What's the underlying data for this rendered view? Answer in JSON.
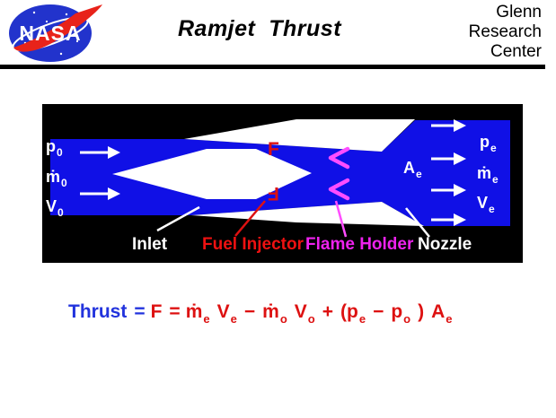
{
  "header": {
    "logo_text": "NASA",
    "title": "Ramjet  Thrust",
    "org_lines": [
      "Glenn",
      "Research",
      "Center"
    ]
  },
  "colors": {
    "flow_blue": "#1010e6",
    "logo_blue": "#2233cc",
    "swoosh_red": "#e8231a",
    "injector_red": "#dd1111",
    "flame_magenta": "#ff4dff",
    "diagram_background": "#000000",
    "wall_white": "#ffffff",
    "equation_blue": "#2233dd",
    "equation_red": "#dd1111"
  },
  "diagram": {
    "left_flow": [
      {
        "main": "p",
        "sub": "0"
      },
      {
        "main": "ṁ",
        "sub": "0"
      },
      {
        "main": "V",
        "sub": "0"
      }
    ],
    "right_flow": [
      {
        "main": "p",
        "sub": "e"
      },
      {
        "main": "ṁ",
        "sub": "e"
      },
      {
        "main": "V",
        "sub": "e"
      }
    ],
    "exit_area": {
      "main": "A",
      "sub": "e"
    },
    "injector_symbol": "F",
    "labels": {
      "inlet": "Inlet",
      "fuel_injector": "Fuel Injector",
      "flame_holder": "Flame Holder",
      "nozzle": "Nozzle"
    }
  },
  "equation": {
    "thrust_label": "Thrust",
    "lhs_equals": "=",
    "tokens": [
      {
        "t": "F"
      },
      {
        "t": "="
      },
      {
        "m": "ṁ",
        "s": "e"
      },
      {
        "m": "V",
        "s": "e"
      },
      {
        "t": "−"
      },
      {
        "m": "ṁ",
        "s": "o"
      },
      {
        "m": "V",
        "s": "o"
      },
      {
        "t": "+"
      },
      {
        "m": "(p",
        "s": "e"
      },
      {
        "t": "−"
      },
      {
        "m": "p",
        "s": "o"
      },
      {
        "t": ")"
      },
      {
        "m": "A",
        "s": "e"
      }
    ]
  }
}
